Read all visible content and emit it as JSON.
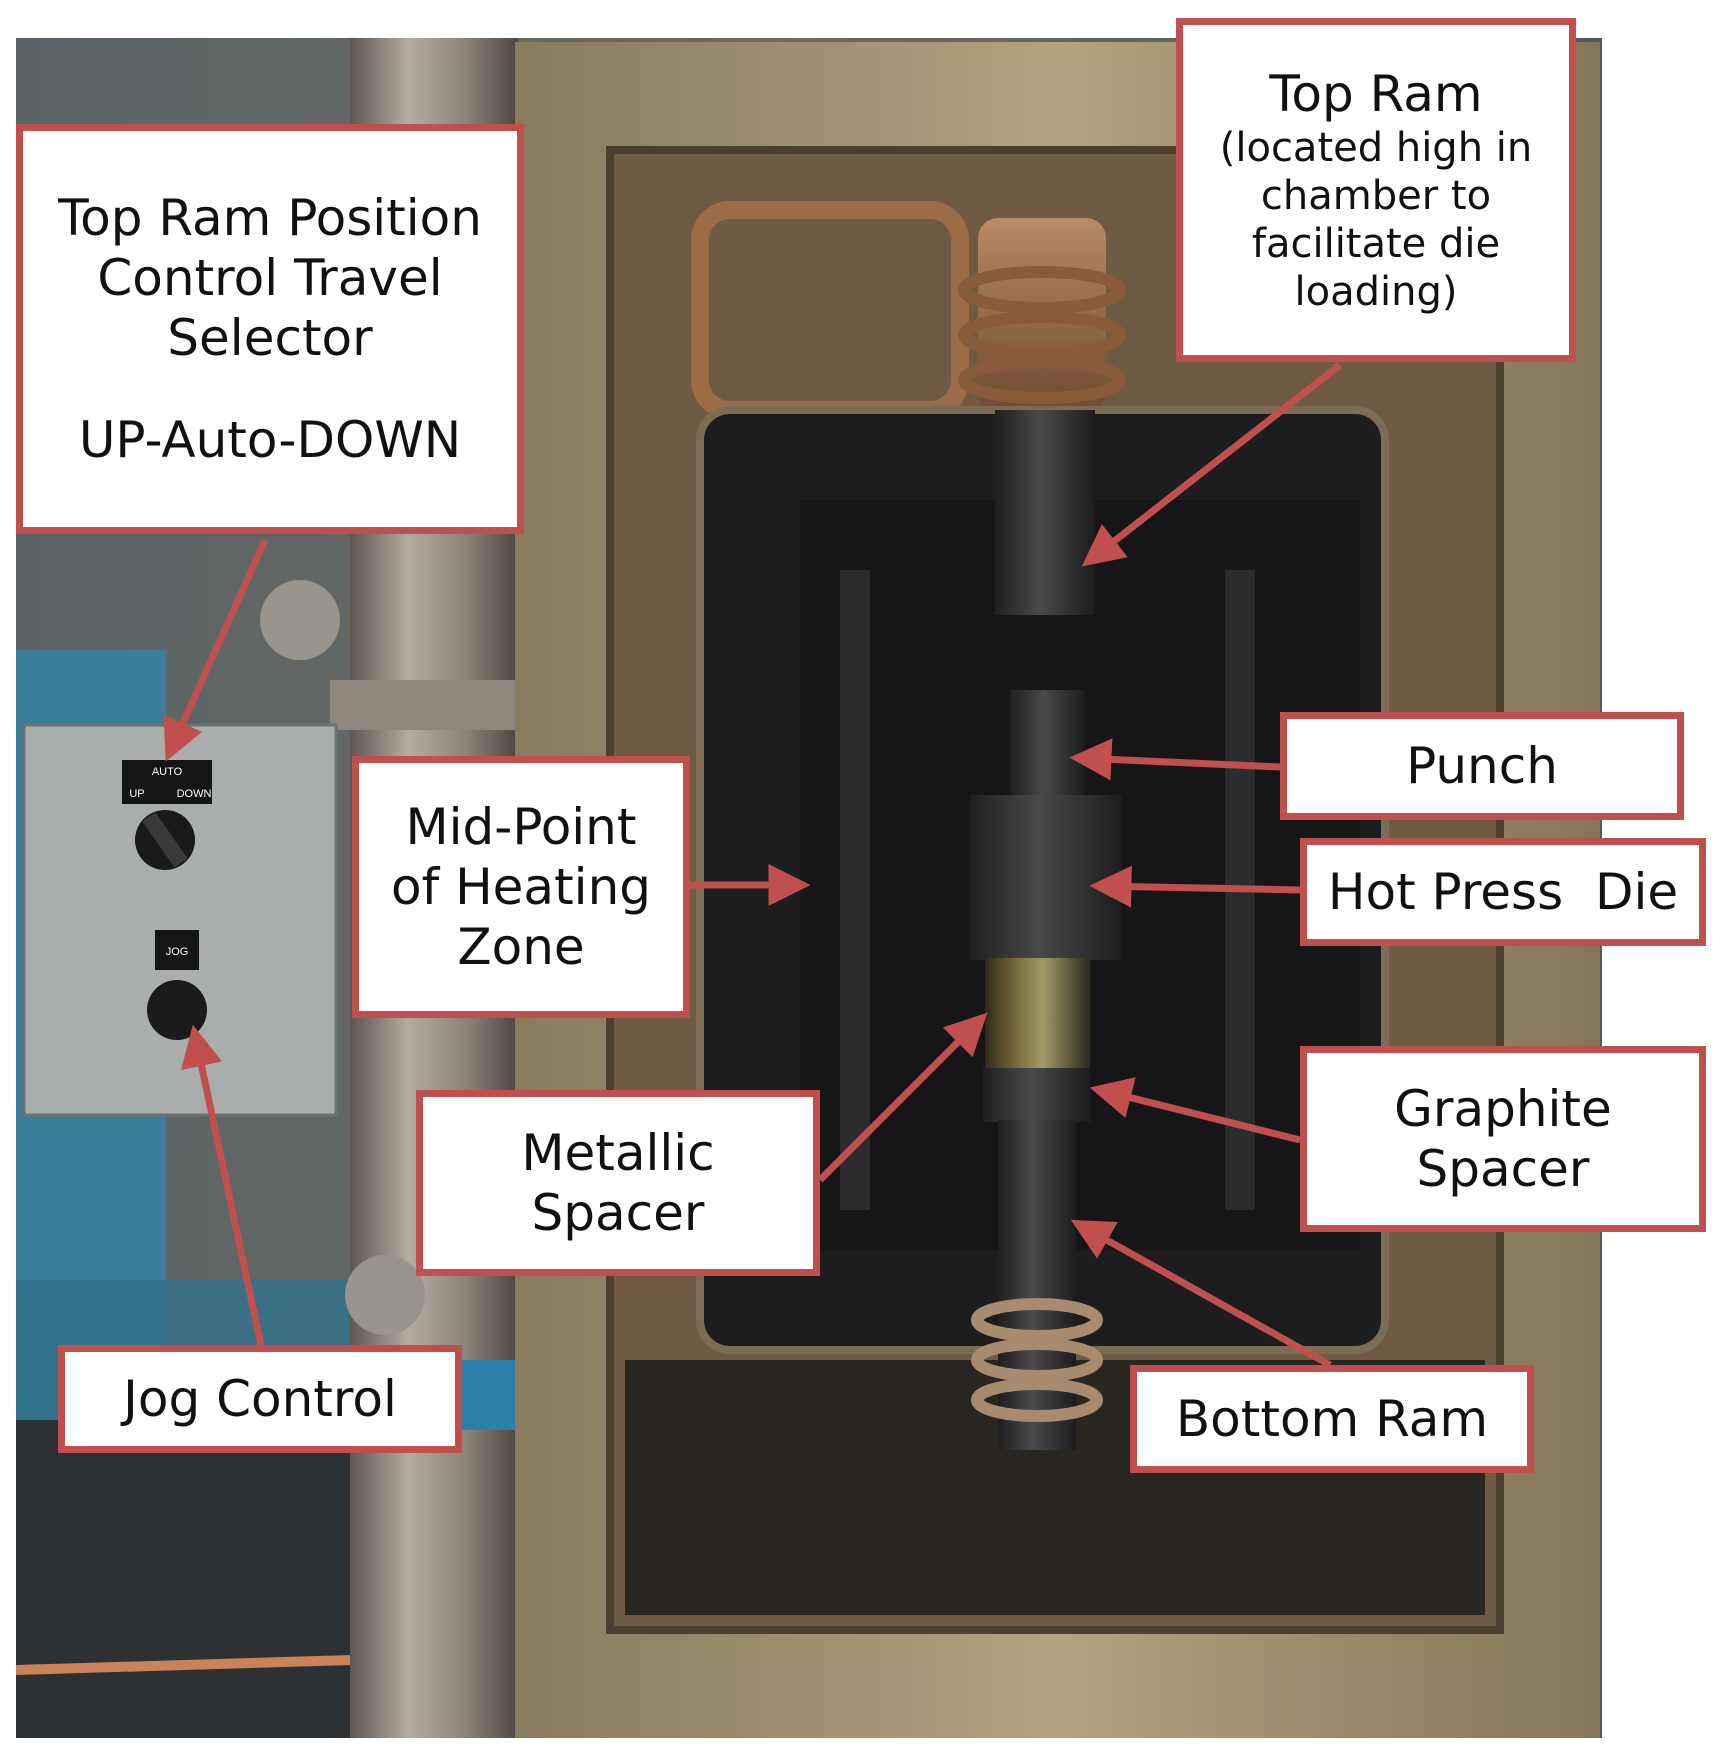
{
  "figure": {
    "callouts": {
      "top_ram_position": {
        "line1": "Top Ram Position",
        "line2": "Control Travel",
        "line3": "Selector",
        "line4": "UP-Auto-DOWN"
      },
      "top_ram": {
        "title": "Top Ram",
        "line1": "(located high in",
        "line2": "chamber to",
        "line3": "facilitate die",
        "line4": "loading)"
      },
      "punch": "Punch",
      "hot_press_die": "Hot Press  Die",
      "mid_point": {
        "line1": "Mid-Point",
        "line2": "of Heating",
        "line3": "Zone"
      },
      "graphite_spacer": {
        "line1": "Graphite",
        "line2": "Spacer"
      },
      "metallic_spacer": {
        "line1": "Metallic",
        "line2": "Spacer"
      },
      "jog_control": "Jog Control",
      "bottom_ram": "Bottom Ram"
    },
    "panel_labels": {
      "auto": "AUTO",
      "up": "UP",
      "down": "DOWN",
      "jog": "JOG"
    },
    "colors": {
      "callout_border": "#c0504d",
      "arrow": "#c0504d",
      "enclosure_steel": "#9c8a6c",
      "insulation": "#1d1d20",
      "graphite": "#2f2f31",
      "copper_coil": "#8a5a3c",
      "control_box": "#a9adab"
    }
  }
}
